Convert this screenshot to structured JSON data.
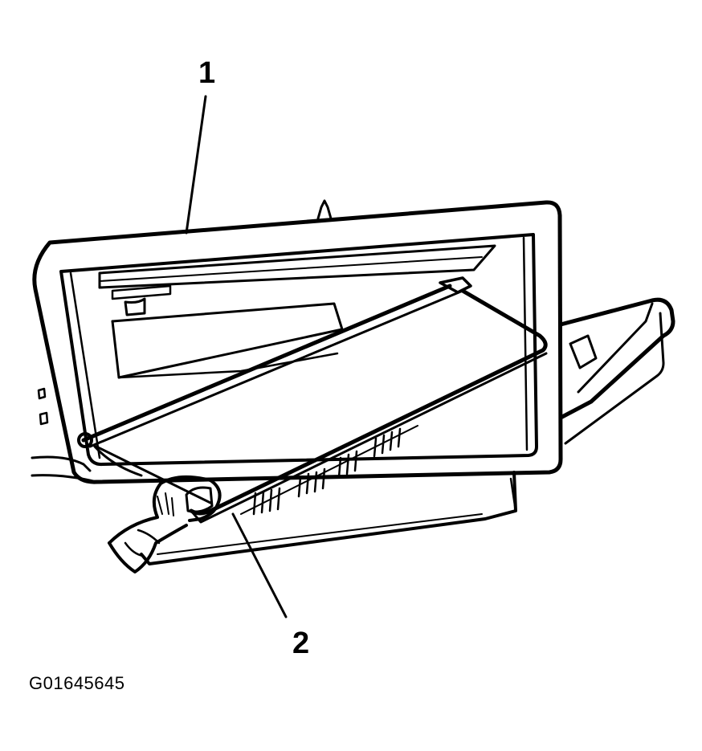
{
  "callouts": {
    "one": "1",
    "two": "2"
  },
  "figure_id": "G01645645",
  "colors": {
    "ink": "#000000",
    "paper": "#ffffff"
  }
}
